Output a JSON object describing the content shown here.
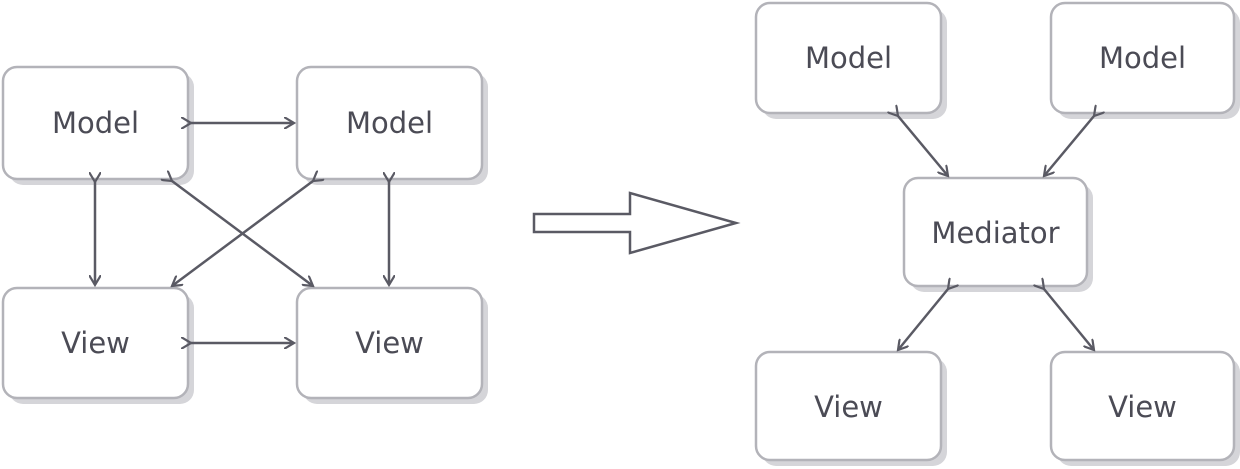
{
  "left": {
    "model_1": "Model",
    "model_2": "Model",
    "view_1": "View",
    "view_2": "View"
  },
  "right": {
    "model_1": "Model",
    "model_2": "Model",
    "mediator": "Mediator",
    "view_1": "View",
    "view_2": "View"
  },
  "colors": {
    "box_border": "#b3b3b9",
    "box_shadow": "#d5d5d9",
    "edge": "#5a5a64",
    "text": "#4b4b55"
  }
}
